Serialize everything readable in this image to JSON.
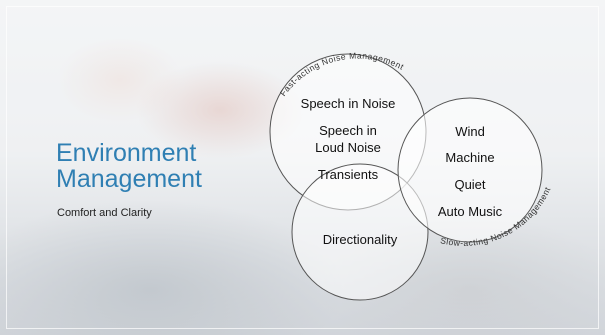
{
  "title": {
    "line1": "Environment",
    "line2": "Management"
  },
  "subtitle": "Comfort and Clarity",
  "arc_labels": {
    "fast": "Fast-acting Noise Management",
    "slow": "Slow-acting Noise Management"
  },
  "circle_fast": {
    "items": [
      "Speech in Noise",
      "Speech in",
      "Loud Noise",
      "Transients"
    ]
  },
  "circle_slow": {
    "items": [
      "Wind",
      "Machine",
      "Quiet",
      "Auto Music"
    ]
  },
  "circle_bottom": {
    "items": [
      "Directionality"
    ]
  }
}
